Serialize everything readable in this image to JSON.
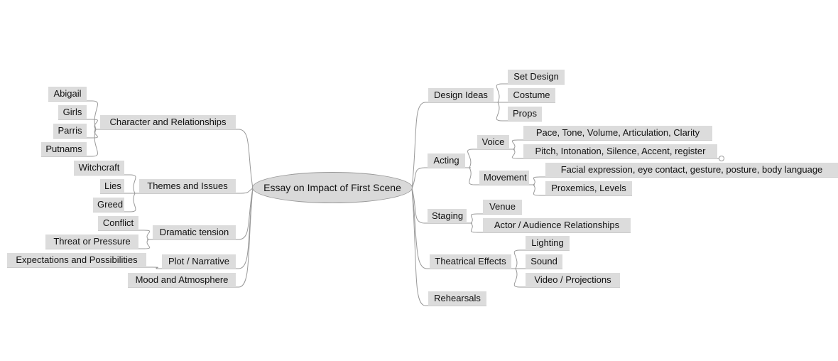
{
  "root": {
    "label": "Essay on Impact of First Scene"
  },
  "left": [
    {
      "label": "Character and Relationships",
      "children": [
        {
          "label": "Abigail"
        },
        {
          "label": "Girls"
        },
        {
          "label": "Parris"
        },
        {
          "label": "Putnams"
        }
      ]
    },
    {
      "label": "Themes and Issues",
      "children": [
        {
          "label": "Witchcraft"
        },
        {
          "label": "Lies"
        },
        {
          "label": "Greed"
        }
      ]
    },
    {
      "label": "Dramatic tension",
      "children": [
        {
          "label": "Conflict"
        },
        {
          "label": "Threat or Pressure"
        }
      ]
    },
    {
      "label": "Plot / Narrative",
      "children": [
        {
          "label": "Expectations and Possibilities"
        }
      ]
    },
    {
      "label": "Mood and Atmosphere",
      "children": []
    }
  ],
  "right": [
    {
      "label": "Design Ideas",
      "children": [
        {
          "label": "Set Design"
        },
        {
          "label": "Costume"
        },
        {
          "label": "Props"
        }
      ]
    },
    {
      "label": "Acting",
      "children": [
        {
          "label": "Voice",
          "children": [
            {
              "label": "Pace, Tone, Volume, Articulation, Clarity"
            },
            {
              "label": "Pitch, Intonation, Silence, Accent, register"
            }
          ]
        },
        {
          "label": "Movement",
          "children": [
            {
              "label": "Facial expression, eye contact, gesture, posture, body language"
            },
            {
              "label": "Proxemics, Levels"
            }
          ]
        }
      ]
    },
    {
      "label": "Staging",
      "children": [
        {
          "label": "Venue"
        },
        {
          "label": "Actor / Audience Relationships"
        }
      ]
    },
    {
      "label": "Theatrical Effects",
      "children": [
        {
          "label": "Lighting"
        },
        {
          "label": "Sound"
        },
        {
          "label": "Video / Projections"
        }
      ]
    },
    {
      "label": "Rehearsals",
      "children": []
    }
  ],
  "colors": {
    "node_bg": "#dcdcdc",
    "root_fill": "#d9d9d9",
    "root_stroke": "#999999",
    "edge": "#999999",
    "text": "#111111"
  }
}
